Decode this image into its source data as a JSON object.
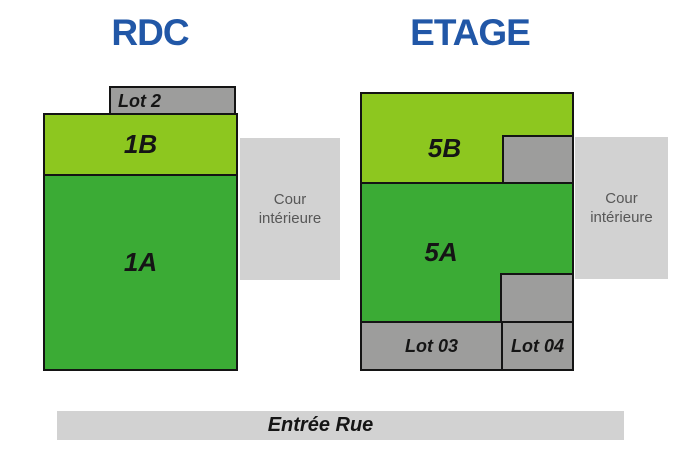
{
  "colors": {
    "title_blue": "#2157A7",
    "light_green": "#8DC71F",
    "dark_green": "#3BAB35",
    "unit_gray": "#9D9D9C",
    "court_gray": "#D2D2D2",
    "border_black": "#141414",
    "label_dark": "#151515",
    "court_text": "#575757"
  },
  "floors": {
    "rdc": {
      "title": "RDC",
      "lot2_label": "Lot 2",
      "unit_1b_label": "1B",
      "unit_1a_label": "1A",
      "court_label_line1": "Cour",
      "court_label_line2": "intérieure"
    },
    "etage": {
      "title": "ETAGE",
      "unit_5b_label": "5B",
      "unit_5a_label": "5A",
      "lot03_label": "Lot 03",
      "lot04_label": "Lot 04",
      "court_label_line1": "Cour",
      "court_label_line2": "intérieure"
    }
  },
  "street_entrance_label": "Entrée Rue"
}
